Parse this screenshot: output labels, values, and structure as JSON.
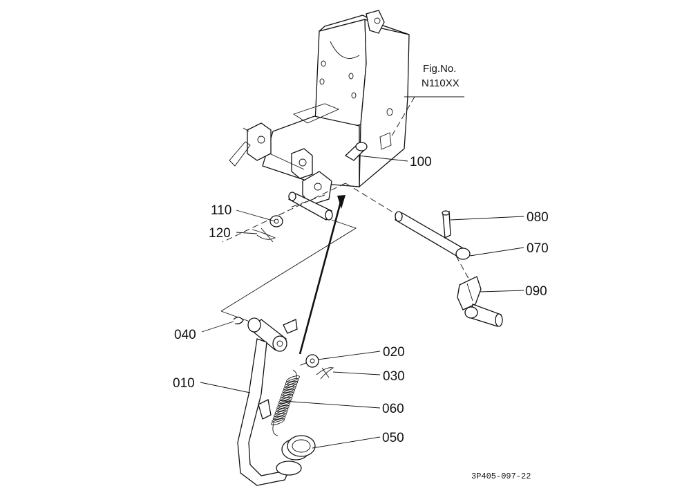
{
  "figure": {
    "fig_label": "Fig.No.",
    "fig_number": "N110XX",
    "drawing_ref": "3P405-097-22"
  },
  "callouts": [
    {
      "id": "c010",
      "number": "010"
    },
    {
      "id": "c020",
      "number": "020"
    },
    {
      "id": "c030",
      "number": "030"
    },
    {
      "id": "c040",
      "number": "040"
    },
    {
      "id": "c050",
      "number": "050"
    },
    {
      "id": "c060",
      "number": "060"
    },
    {
      "id": "c070",
      "number": "070"
    },
    {
      "id": "c080",
      "number": "080"
    },
    {
      "id": "c090",
      "number": "090"
    },
    {
      "id": "c100",
      "number": "100"
    },
    {
      "id": "c110",
      "number": "110"
    },
    {
      "id": "c120",
      "number": "120"
    }
  ]
}
